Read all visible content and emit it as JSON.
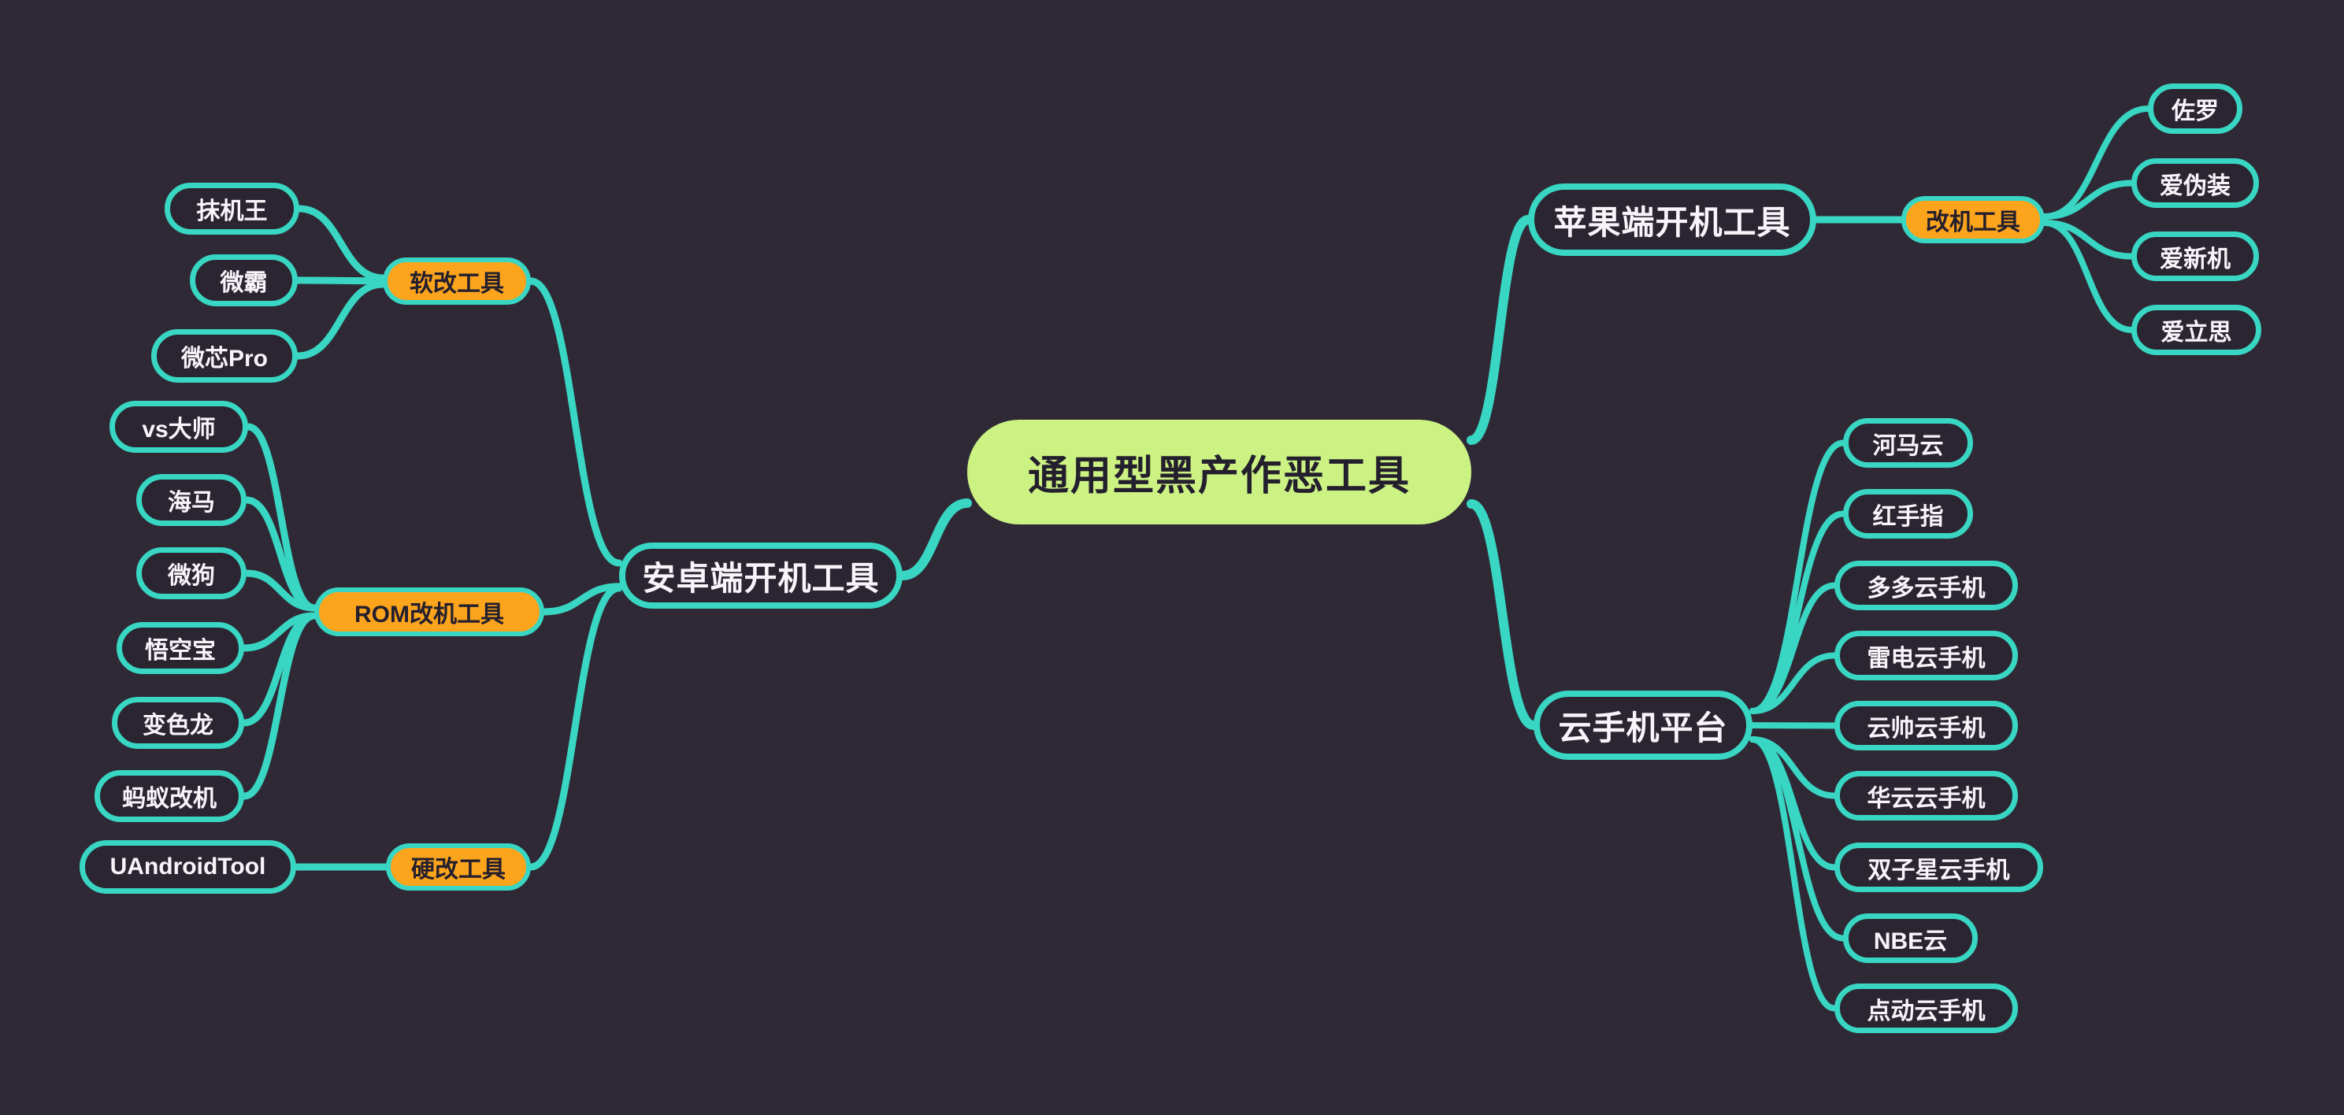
{
  "title": "通用型黑产作恶工具",
  "colors": {
    "background": "#2f2936",
    "teal": "#38d6c3",
    "orange": "#fda41d",
    "lime": "#cbf283",
    "node_fill": "#2b2531",
    "text_light": "#f7f5fa",
    "text_dark": "#241f2d"
  },
  "nodes": [
    {
      "id": "root",
      "label": "通用型黑产作恶工具",
      "kind": "root"
    },
    {
      "id": "android",
      "label": "安卓端开机工具",
      "kind": "main"
    },
    {
      "id": "apple",
      "label": "苹果端开机工具",
      "kind": "main"
    },
    {
      "id": "cloud",
      "label": "云手机平台",
      "kind": "main"
    },
    {
      "id": "soft",
      "label": "软改工具",
      "kind": "category"
    },
    {
      "id": "rom",
      "label": "ROM改机工具",
      "kind": "category"
    },
    {
      "id": "hard",
      "label": "硬改工具",
      "kind": "category"
    },
    {
      "id": "gaiji",
      "label": "改机工具",
      "kind": "category"
    },
    {
      "id": "mojiwang",
      "label": "抹机王",
      "kind": "leaf"
    },
    {
      "id": "weiba",
      "label": "微霸",
      "kind": "leaf"
    },
    {
      "id": "weixinpro",
      "label": "微芯Pro",
      "kind": "leaf"
    },
    {
      "id": "vsdashi",
      "label": "vs大师",
      "kind": "leaf"
    },
    {
      "id": "haima",
      "label": "海马",
      "kind": "leaf"
    },
    {
      "id": "weigou",
      "label": "微狗",
      "kind": "leaf"
    },
    {
      "id": "wukongbao",
      "label": "悟空宝",
      "kind": "leaf"
    },
    {
      "id": "bianselong",
      "label": "变色龙",
      "kind": "leaf"
    },
    {
      "id": "mayigaiji",
      "label": "蚂蚁改机",
      "kind": "leaf"
    },
    {
      "id": "uandroidtool",
      "label": "UAndroidTool",
      "kind": "leaf"
    },
    {
      "id": "zuoluo",
      "label": "佐罗",
      "kind": "leaf"
    },
    {
      "id": "aiweizhuang",
      "label": "爱伪装",
      "kind": "leaf"
    },
    {
      "id": "aixinji",
      "label": "爱新机",
      "kind": "leaf"
    },
    {
      "id": "ailisi",
      "label": "爱立思",
      "kind": "leaf"
    },
    {
      "id": "hemayun",
      "label": "河马云",
      "kind": "leaf"
    },
    {
      "id": "hongshouzhi",
      "label": "红手指",
      "kind": "leaf"
    },
    {
      "id": "duoduo",
      "label": "多多云手机",
      "kind": "leaf"
    },
    {
      "id": "leidian",
      "label": "雷电云手机",
      "kind": "leaf"
    },
    {
      "id": "yunshuai",
      "label": "云帅云手机",
      "kind": "leaf"
    },
    {
      "id": "huayun",
      "label": "华云云手机",
      "kind": "leaf"
    },
    {
      "id": "shuangzixing",
      "label": "双子星云手机",
      "kind": "leaf"
    },
    {
      "id": "nbe",
      "label": "NBE云",
      "kind": "leaf"
    },
    {
      "id": "diandong",
      "label": "点动云手机",
      "kind": "leaf"
    }
  ],
  "edges": [
    {
      "from": "root",
      "to": "apple",
      "w": 12
    },
    {
      "from": "root",
      "to": "android",
      "w": 12
    },
    {
      "from": "root",
      "to": "cloud",
      "w": 12
    },
    {
      "from": "android",
      "to": "soft",
      "w": 9
    },
    {
      "from": "android",
      "to": "rom",
      "w": 9
    },
    {
      "from": "android",
      "to": "hard",
      "w": 9
    },
    {
      "from": "soft",
      "to": "mojiwang",
      "w": 9
    },
    {
      "from": "soft",
      "to": "weiba",
      "w": 9
    },
    {
      "from": "soft",
      "to": "weixinpro",
      "w": 9
    },
    {
      "from": "rom",
      "to": "vsdashi",
      "w": 9
    },
    {
      "from": "rom",
      "to": "haima",
      "w": 9
    },
    {
      "from": "rom",
      "to": "weigou",
      "w": 9
    },
    {
      "from": "rom",
      "to": "wukongbao",
      "w": 9
    },
    {
      "from": "rom",
      "to": "bianselong",
      "w": 9
    },
    {
      "from": "rom",
      "to": "mayigaiji",
      "w": 9
    },
    {
      "from": "hard",
      "to": "uandroidtool",
      "w": 9
    },
    {
      "from": "apple",
      "to": "gaiji",
      "w": 9
    },
    {
      "from": "gaiji",
      "to": "zuoluo",
      "w": 8
    },
    {
      "from": "gaiji",
      "to": "aiweizhuang",
      "w": 8
    },
    {
      "from": "gaiji",
      "to": "aixinji",
      "w": 8
    },
    {
      "from": "gaiji",
      "to": "ailisi",
      "w": 8
    },
    {
      "from": "cloud",
      "to": "hemayun",
      "w": 8
    },
    {
      "from": "cloud",
      "to": "hongshouzhi",
      "w": 8
    },
    {
      "from": "cloud",
      "to": "duoduo",
      "w": 8
    },
    {
      "from": "cloud",
      "to": "leidian",
      "w": 8
    },
    {
      "from": "cloud",
      "to": "yunshuai",
      "w": 8
    },
    {
      "from": "cloud",
      "to": "huayun",
      "w": 8
    },
    {
      "from": "cloud",
      "to": "shuangzixing",
      "w": 8
    },
    {
      "from": "cloud",
      "to": "nbe",
      "w": 8
    },
    {
      "from": "cloud",
      "to": "diandong",
      "w": 8
    }
  ]
}
